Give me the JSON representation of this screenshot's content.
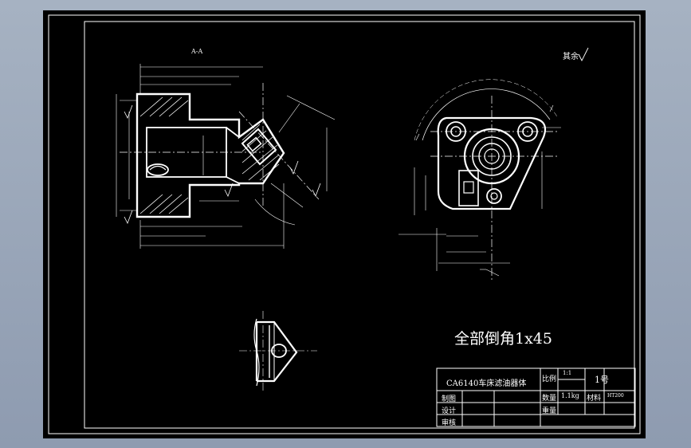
{
  "notes": {
    "chamfer": "全部倒角1x45",
    "rest_roughness": "其余",
    "section_label": "A-A"
  },
  "title_block": {
    "part_name": "CA6140车床滤油器体",
    "scale_label": "比例",
    "scale_value": "1:1",
    "sheet_no": "1号",
    "qty_label": "数量",
    "weight_value": "1.1kg",
    "material_label": "材料",
    "material_value": "HT200",
    "row_draw": "制图",
    "row_check": "设计",
    "row_review": "审核",
    "weight_label": "重量"
  },
  "colors": {
    "background": "#000000",
    "lines": "#ffffff",
    "frame_outer": "#a6b2c2"
  }
}
